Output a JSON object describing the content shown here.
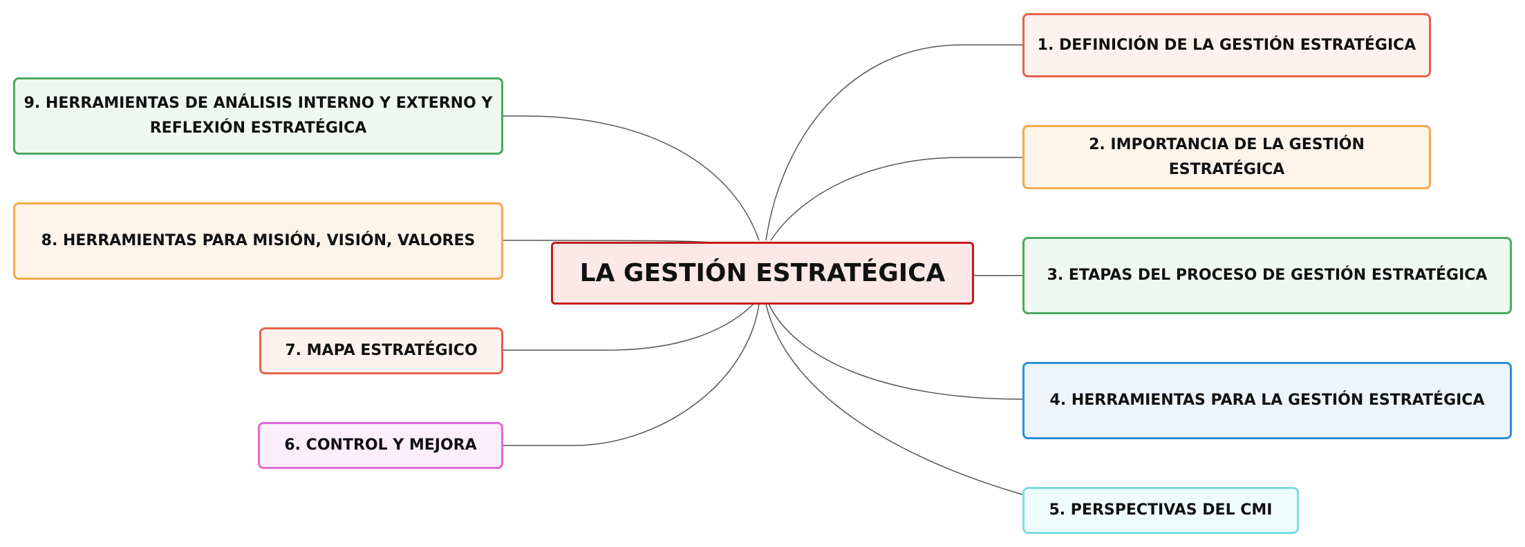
{
  "center": {
    "label": "LA GESTIÓN ESTRATÉGICA"
  },
  "branches": [
    {
      "label": "1. DEFINICIÓN DE LA GESTIÓN ESTRATÉGICA"
    },
    {
      "label": "2. IMPORTANCIA DE LA GESTIÓN ESTRATÉGICA"
    },
    {
      "label": "3. ETAPAS DEL PROCESO DE GESTIÓN ESTRATÉGICA"
    },
    {
      "label": "4. HERRAMIENTAS PARA LA GESTIÓN ESTRATÉGICA"
    },
    {
      "label": "5. PERSPECTIVAS DEL CMI"
    },
    {
      "label": "6. CONTROL Y MEJORA"
    },
    {
      "label": "7. MAPA ESTRATÉGICO"
    },
    {
      "label": "8. HERRAMIENTAS PARA MISIÓN, VISIÓN, VALORES"
    },
    {
      "label": "9. HERRAMIENTAS DE ANÁLISIS INTERNO Y EXTERNO Y REFLEXIÓN ESTRATÉGICA"
    }
  ],
  "colors": {
    "connector": "#555555",
    "center_border": "#c21a1a",
    "red": "#e8614a",
    "orange": "#f3a94b",
    "green": "#4aa95d",
    "blue": "#2b8fd1",
    "cyan": "#7bdde0",
    "pink": "#de6ad9"
  }
}
